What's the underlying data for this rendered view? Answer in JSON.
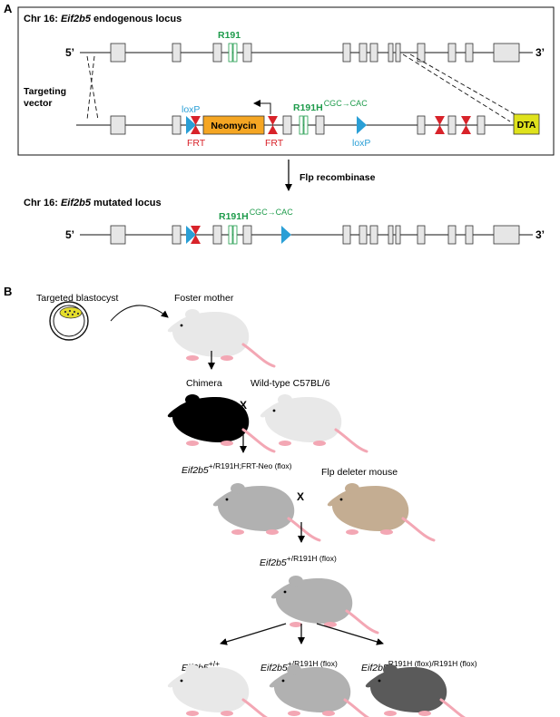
{
  "panel_a": {
    "letter": "A",
    "endogenous_title_prefix": "Chr 16: ",
    "endogenous_title_gene": "Eif2b5",
    "endogenous_title_suffix": " endogenous locus",
    "five_prime": "5’",
    "three_prime": "3’",
    "r191": "R191",
    "targeting_line1": "Targeting",
    "targeting_line2": "vector",
    "loxp": "loxP",
    "frt": "FRT",
    "neomycin": "Neomycin",
    "r191h": "R191H",
    "codon_change": "CGC→CAC",
    "dta": "DTA",
    "flp_recombinase": "Flp recombinase",
    "mutated_title_prefix": "Chr 16: ",
    "mutated_title_gene": "Eif2b5",
    "mutated_title_suffix": " mutated locus"
  },
  "panel_b": {
    "letter": "B",
    "targeted_blastocyst": "Targeted blastocyst",
    "foster_mother": "Foster mother",
    "chimera": "Chimera",
    "wild_type": "Wild-type C57BL/6",
    "cross": "X",
    "gene": "Eif2b5",
    "genotype_frt_neo": "+/R191H;FRT-Neo (flox)",
    "flp_deleter": "Flp deleter mouse",
    "genotype_flox": "+/R191H (flox)",
    "genotype_wt": "+/+",
    "genotype_het": "+/R191H (flox)",
    "genotype_hom": "R191H (flox)/R191H (flox)"
  },
  "colors": {
    "exon_fill": "#e6e6e6",
    "green": "#1e9b4b",
    "blue_loxp": "#2a9fd6",
    "red_frt": "#d8232a",
    "neomycin": "#f5a623",
    "dta": "#dfe21c",
    "mouse_white": "#e8e8e8",
    "mouse_grey": "#b1b1b1",
    "mouse_dark": "#5a5a5a",
    "mouse_tan": "#c4ad92",
    "tail_pink": "#f3a7b4"
  }
}
